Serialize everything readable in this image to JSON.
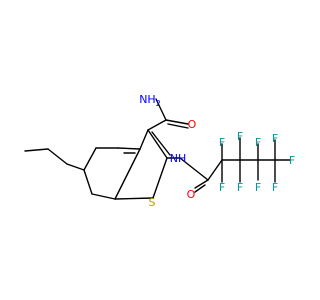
{
  "colors": {
    "bond": "#000000",
    "oxygen": "#FF0000",
    "nitrogen": "#0000FF",
    "sulfur": "#B3A100",
    "fluorine": "#009A9A",
    "background": "#FFFFFF"
  },
  "atoms": [
    {
      "key": "o_amide",
      "label": "O",
      "element": "oxygen"
    },
    {
      "key": "nh2",
      "label": "NH",
      "sub": "2",
      "element": "nitrogen"
    },
    {
      "key": "nh",
      "label": "NH",
      "element": "nitrogen"
    },
    {
      "key": "s_ring",
      "label": "S",
      "element": "sulfur"
    },
    {
      "key": "o_acyl",
      "label": "O",
      "element": "oxygen"
    },
    {
      "key": "f_1a",
      "label": "F",
      "element": "fluorine"
    },
    {
      "key": "f_1b",
      "label": "F",
      "element": "fluorine"
    },
    {
      "key": "f_2a",
      "label": "F",
      "element": "fluorine"
    },
    {
      "key": "f_2b",
      "label": "F",
      "element": "fluorine"
    },
    {
      "key": "f_3a",
      "label": "F",
      "element": "fluorine"
    },
    {
      "key": "f_3b",
      "label": "F",
      "element": "fluorine"
    },
    {
      "key": "f_4a",
      "label": "F",
      "element": "fluorine"
    },
    {
      "key": "f_4b",
      "label": "F",
      "element": "fluorine"
    },
    {
      "key": "f_4c",
      "label": "F",
      "element": "fluorine"
    }
  ]
}
